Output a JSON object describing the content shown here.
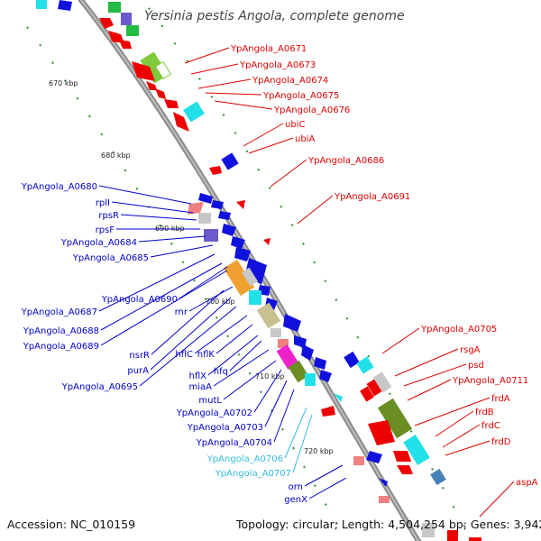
{
  "title": "Yersinia pestis Angola, complete genome",
  "footer": {
    "accession": "Accession: NC_010159",
    "topology": "Topology: circular; Length: 4,504,254 bp; Genes: 3,942"
  },
  "colors": {
    "backbone": "#8c8c8c",
    "tick": "#2e8b2e",
    "label_red": "#dd0000",
    "label_blue": "#0000cc",
    "label_cyan": "#33bbdd",
    "feature_red": "#ee0000",
    "feature_blue": "#1111dd",
    "feature_cyan": "#22e0e8",
    "feature_green": "#7fc93a",
    "feature_olive": "#6b8e23",
    "feature_gray": "#cccccc",
    "feature_purple": "#6a5acd",
    "feature_pink": "#f08080",
    "feature_orange": "#f0a030",
    "feature_magenta": "#ee22cc",
    "feature_khaki": "#c8c090",
    "feature_steel": "#4682b4"
  },
  "ticks": [
    {
      "label": "670 kbp"
    },
    {
      "label": "680 kbp"
    },
    {
      "label": "690 kbp"
    },
    {
      "label": "700 kbp"
    },
    {
      "label": "710 kbp"
    },
    {
      "label": "720 kbp"
    }
  ],
  "right_labels": [
    {
      "text": "YpAngola_A0671",
      "color": "red"
    },
    {
      "text": "YpAngola_A0673",
      "color": "red"
    },
    {
      "text": "YpAngola_A0674",
      "color": "red"
    },
    {
      "text": "YpAngola_A0675",
      "color": "red"
    },
    {
      "text": "YpAngola_A0676",
      "color": "red"
    },
    {
      "text": "ubiC",
      "color": "red"
    },
    {
      "text": "ubiA",
      "color": "red"
    },
    {
      "text": "YpAngola_A0686",
      "color": "red"
    },
    {
      "text": "YpAngola_A0691",
      "color": "red"
    },
    {
      "text": "YpAngola_A0705",
      "color": "red"
    },
    {
      "text": "rsgA",
      "color": "red"
    },
    {
      "text": "psd",
      "color": "red"
    },
    {
      "text": "YpAngola_A0711",
      "color": "red"
    },
    {
      "text": "frdA",
      "color": "red"
    },
    {
      "text": "frdB",
      "color": "red"
    },
    {
      "text": "frdC",
      "color": "red"
    },
    {
      "text": "frdD",
      "color": "red"
    },
    {
      "text": "aspA",
      "color": "red"
    }
  ],
  "left_labels": [
    {
      "text": "YpAngola_A0680",
      "color": "blue"
    },
    {
      "text": "rplI",
      "color": "blue"
    },
    {
      "text": "rpsR",
      "color": "blue"
    },
    {
      "text": "rpsF",
      "color": "blue"
    },
    {
      "text": "YpAngola_A0684",
      "color": "blue"
    },
    {
      "text": "YpAngola_A0685",
      "color": "blue"
    },
    {
      "text": "YpAngola_A0690",
      "color": "blue"
    },
    {
      "text": "YpAngola_A0687",
      "color": "blue"
    },
    {
      "text": "rnr",
      "color": "blue"
    },
    {
      "text": "YpAngola_A0688",
      "color": "blue"
    },
    {
      "text": "YpAngola_A0689",
      "color": "blue"
    },
    {
      "text": "hflC",
      "color": "blue"
    },
    {
      "text": "hflK",
      "color": "blue"
    },
    {
      "text": "nsrR",
      "color": "blue"
    },
    {
      "text": "purA",
      "color": "blue"
    },
    {
      "text": "hflX",
      "color": "blue"
    },
    {
      "text": "hfq",
      "color": "blue"
    },
    {
      "text": "YpAngola_A0695",
      "color": "blue"
    },
    {
      "text": "miaA",
      "color": "blue"
    },
    {
      "text": "mutL",
      "color": "blue"
    },
    {
      "text": "YpAngola_A0702",
      "color": "blue"
    },
    {
      "text": "YpAngola_A0703",
      "color": "blue"
    },
    {
      "text": "YpAngola_A0704",
      "color": "blue"
    },
    {
      "text": "YpAngola_A0706",
      "color": "cyan"
    },
    {
      "text": "YpAngola_A0707",
      "color": "cyan"
    },
    {
      "text": "orn",
      "color": "blue"
    },
    {
      "text": "genX",
      "color": "blue"
    }
  ]
}
